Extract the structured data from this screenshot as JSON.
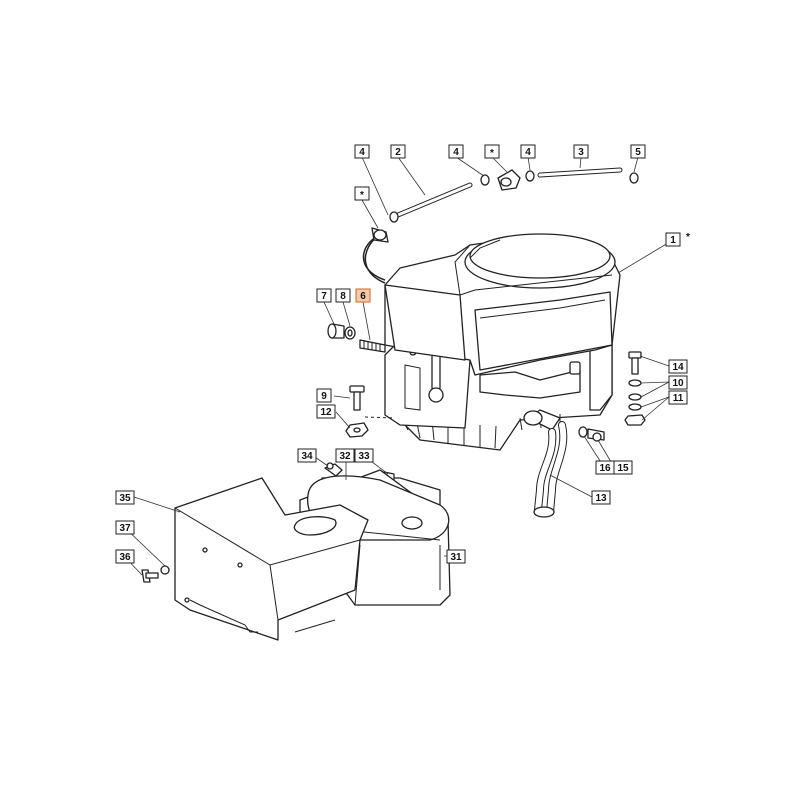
{
  "callouts": [
    {
      "id": "c-1",
      "label": "1",
      "sup": "*"
    },
    {
      "id": "c-2",
      "label": "2"
    },
    {
      "id": "c-3",
      "label": "3"
    },
    {
      "id": "c-4a",
      "label": "4"
    },
    {
      "id": "c-4b",
      "label": "4"
    },
    {
      "id": "c-4c",
      "label": "4"
    },
    {
      "id": "c-star-top",
      "label": "*"
    },
    {
      "id": "c-star-left",
      "label": "*"
    },
    {
      "id": "c-5",
      "label": "5"
    },
    {
      "id": "c-6",
      "label": "6",
      "highlight": true
    },
    {
      "id": "c-7",
      "label": "7"
    },
    {
      "id": "c-8",
      "label": "8"
    },
    {
      "id": "c-9",
      "label": "9"
    },
    {
      "id": "c-10",
      "label": "10"
    },
    {
      "id": "c-11",
      "label": "11"
    },
    {
      "id": "c-12",
      "label": "12"
    },
    {
      "id": "c-13",
      "label": "13"
    },
    {
      "id": "c-14",
      "label": "14"
    },
    {
      "id": "c-15",
      "label": "15"
    },
    {
      "id": "c-16",
      "label": "16"
    },
    {
      "id": "c-31",
      "label": "31"
    },
    {
      "id": "c-32",
      "label": "32"
    },
    {
      "id": "c-33",
      "label": "33"
    },
    {
      "id": "c-34",
      "label": "34"
    },
    {
      "id": "c-35",
      "label": "35"
    },
    {
      "id": "c-36",
      "label": "36"
    },
    {
      "id": "c-37",
      "label": "37"
    }
  ],
  "colors": {
    "highlight": "#f6c9a8",
    "line": "#222222",
    "background": "#ffffff"
  }
}
